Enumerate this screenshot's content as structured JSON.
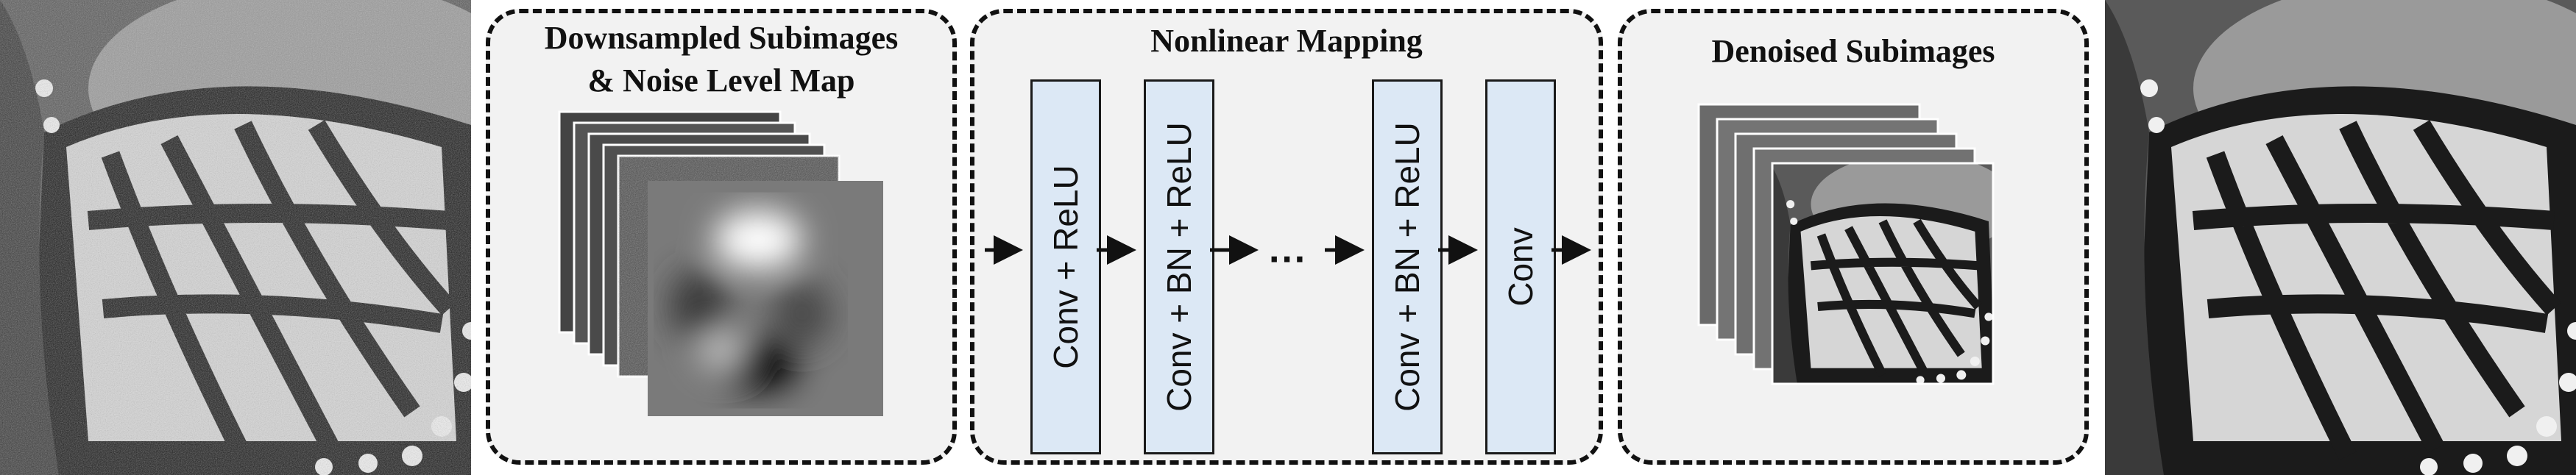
{
  "panels": {
    "input": {
      "title_line1": "Downsampled Subimages",
      "title_line2": "& Noise Level Map"
    },
    "mapping": {
      "title": "Nonlinear Mapping"
    },
    "output": {
      "title": "Denoised Subimages"
    }
  },
  "layers": [
    {
      "label": "Conv + ReLU"
    },
    {
      "label": "Conv + BN + ReLU"
    },
    {
      "label": "Conv + BN + ReLU"
    },
    {
      "label": "Conv"
    }
  ],
  "ellipsis": "···",
  "images": {
    "noisy_input": "noisy butterfly wing photo",
    "denoised_output": "denoised butterfly wing photo",
    "noise_level_map": "blurred grayscale noise level map"
  }
}
